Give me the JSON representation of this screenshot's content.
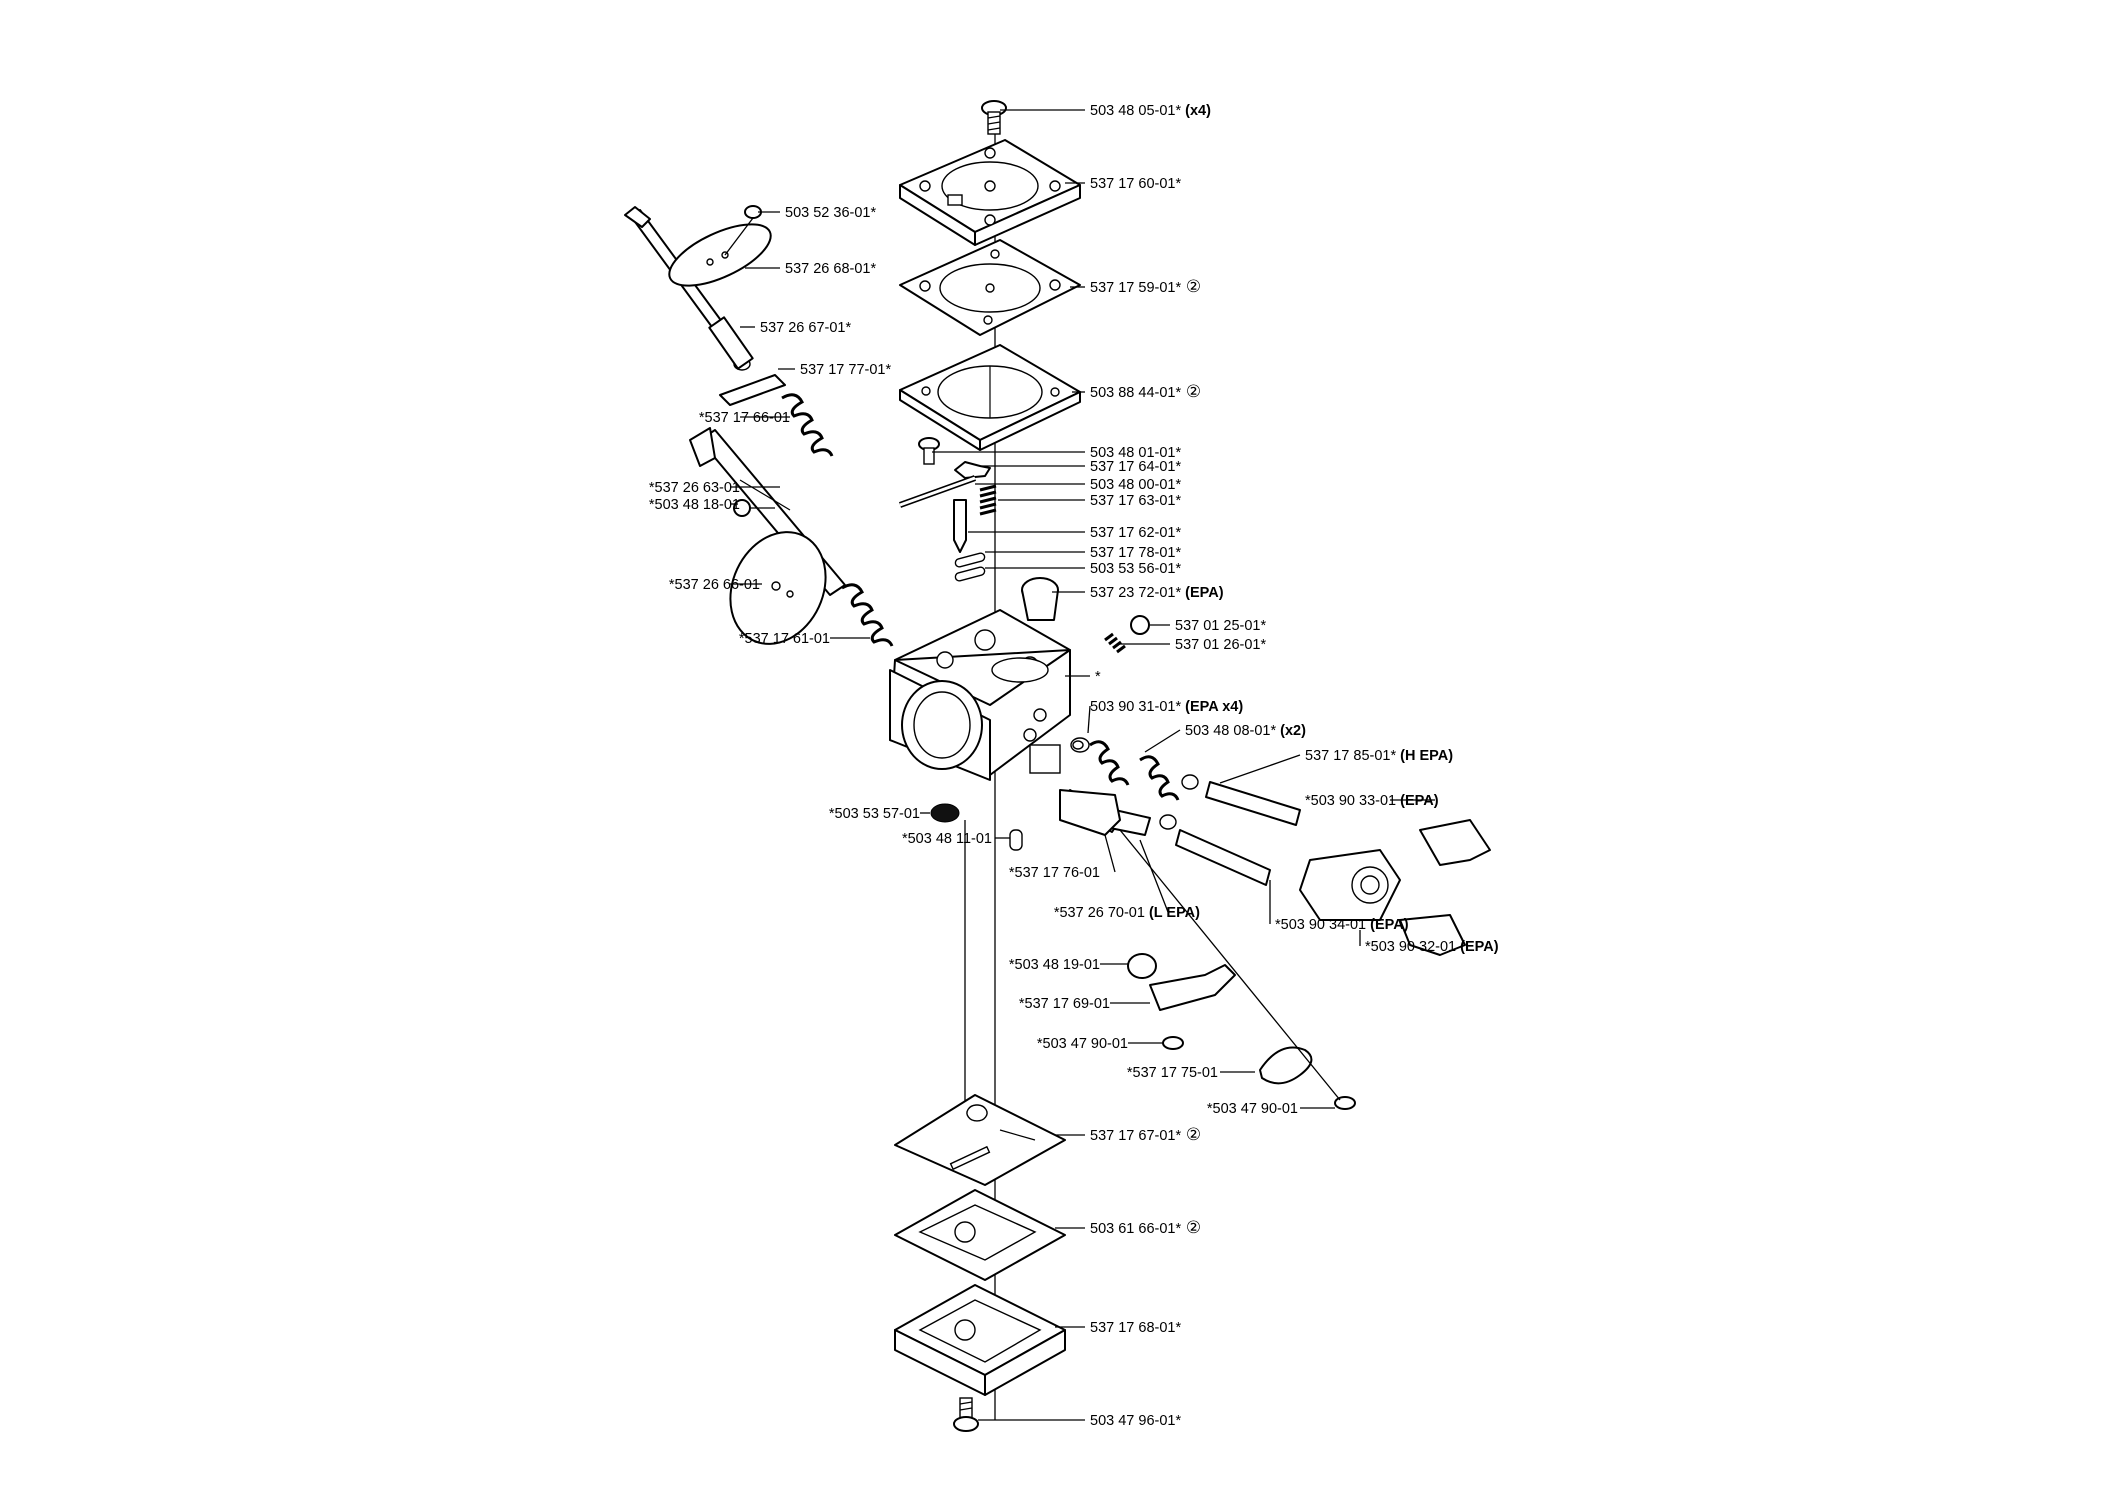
{
  "colors": {
    "ink": "#000000",
    "paper": "#ffffff"
  },
  "callouts": [
    {
      "part": "503 48 05-01*",
      "note": "(x4)"
    },
    {
      "part": "537 17 60-01*",
      "note": ""
    },
    {
      "part": "503 52 36-01*",
      "note": ""
    },
    {
      "part": "537 26 68-01*",
      "note": ""
    },
    {
      "part": "537 17 59-01*",
      "note": "②"
    },
    {
      "part": "537 26 67-01*",
      "note": ""
    },
    {
      "part": "537 17 77-01*",
      "note": ""
    },
    {
      "part": "503 88 44-01*",
      "note": "②"
    },
    {
      "part": "*537 17 66-01",
      "note": ""
    },
    {
      "part": "503 48 01-01*",
      "note": ""
    },
    {
      "part": "537 17 64-01*",
      "note": ""
    },
    {
      "part": "*537 26 63-01",
      "note": ""
    },
    {
      "part": "503 48 00-01*",
      "note": ""
    },
    {
      "part": "*503 48 18-01",
      "note": ""
    },
    {
      "part": "537 17 63-01*",
      "note": ""
    },
    {
      "part": "537 17 62-01*",
      "note": ""
    },
    {
      "part": "537 17 78-01*",
      "note": ""
    },
    {
      "part": "503 53 56-01*",
      "note": ""
    },
    {
      "part": "*537 26 66-01",
      "note": ""
    },
    {
      "part": "537 23 72-01*",
      "note": "(EPA)"
    },
    {
      "part": "537 01 25-01*",
      "note": ""
    },
    {
      "part": "*537 17 61-01",
      "note": ""
    },
    {
      "part": "537 01 26-01*",
      "note": ""
    },
    {
      "part": "*",
      "note": ""
    },
    {
      "part": "503 90 31-01*",
      "note": "(EPA x4)"
    },
    {
      "part": "503 48 08-01*",
      "note": "(x2)"
    },
    {
      "part": "537 17 85-01*",
      "note": "(H EPA)"
    },
    {
      "part": "*503 90 33-01",
      "note": "(EPA)"
    },
    {
      "part": "*503 53 57-01",
      "note": ""
    },
    {
      "part": "*503 48 11-01",
      "note": ""
    },
    {
      "part": "*537 17 76-01",
      "note": ""
    },
    {
      "part": "*537 26 70-01",
      "note": "(L EPA)"
    },
    {
      "part": "*503 90 34-01",
      "note": "(EPA)"
    },
    {
      "part": "*503 90 32-01",
      "note": "(EPA)"
    },
    {
      "part": "*503 48 19-01",
      "note": ""
    },
    {
      "part": "*537 17 69-01",
      "note": ""
    },
    {
      "part": "*503 47 90-01",
      "note": ""
    },
    {
      "part": "*537 17 75-01",
      "note": ""
    },
    {
      "part": "*503 47 90-01",
      "note": ""
    },
    {
      "part": "537 17 67-01*",
      "note": "②"
    },
    {
      "part": "503 61 66-01*",
      "note": "②"
    },
    {
      "part": "537 17 68-01*",
      "note": ""
    },
    {
      "part": "503 47 96-01*",
      "note": ""
    }
  ]
}
